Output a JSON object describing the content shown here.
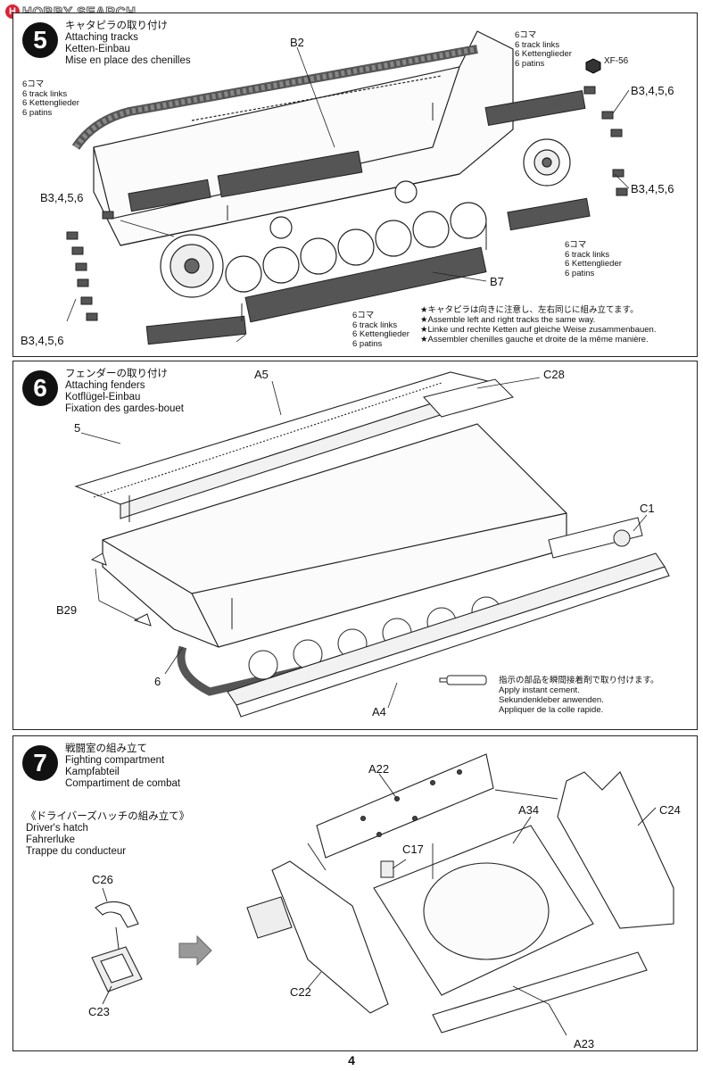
{
  "watermark": {
    "logo": "H",
    "text": "HOBBY SEARCH"
  },
  "page_number": "4",
  "step5": {
    "number": "5",
    "titles": [
      "キャタピラの取り付け",
      "Attaching tracks",
      "Ketten-Einbau",
      "Mise en place des chenilles"
    ],
    "labels": {
      "b2": "B2",
      "xf56": "XF-56",
      "b3456_top_right": "B3,4,5,6",
      "b3456_right": "B3,4,5,6",
      "b3456_left_top": "B3,4,5,6",
      "b3456_left_bottom": "B3,4,5,6",
      "b7": "B7"
    },
    "track_top_left": [
      "6コマ",
      "6 track links",
      "6 Kettenglieder",
      "6 patins"
    ],
    "track_top_right": [
      "6コマ",
      "6 track links",
      "6 Kettenglieder",
      "6 patins"
    ],
    "track_mid_right": [
      "6コマ",
      "6 track links",
      "6 Kettenglieder",
      "6 patins"
    ],
    "track_bottom": [
      "6コマ",
      "6 track links",
      "6 Kettenglieder",
      "6 patins"
    ],
    "notes": [
      "★キャタピラは向きに注意し、左右同じに組み立てます。",
      "★Assemble left and right tracks the same way.",
      "★Linke und rechte Ketten auf gleiche Weise zusammenbauen.",
      "★Assembler chenilles gauche et droite de la même manière."
    ]
  },
  "step6": {
    "number": "6",
    "titles": [
      "フェンダーの取り付け",
      "Attaching fenders",
      "Kotflügel-Einbau",
      "Fixation des gardes-bouet"
    ],
    "labels": {
      "a5": "A5",
      "c28": "C28",
      "five": "5",
      "c1": "C1",
      "b29": "B29",
      "six": "6",
      "a4": "A4"
    },
    "cement_notes": [
      "指示の部品を瞬間接着剤で取り付けます。",
      "Apply instant cement.",
      "Sekundenkleber anwenden.",
      "Appliquer de la colle rapide."
    ]
  },
  "step7": {
    "number": "7",
    "titles": [
      "戦闘室の組み立て",
      "Fighting compartment",
      "Kampfabteil",
      "Compartiment de combat"
    ],
    "sub_titles": [
      "《ドライバーズハッチの組み立て》",
      "Driver's hatch",
      "Fahrerluke",
      "Trappe du conducteur"
    ],
    "labels": {
      "a22": "A22",
      "a34": "A34",
      "c24": "C24",
      "c17": "C17",
      "c26": "C26",
      "c23": "C23",
      "c22": "C22",
      "a23": "A23"
    }
  }
}
